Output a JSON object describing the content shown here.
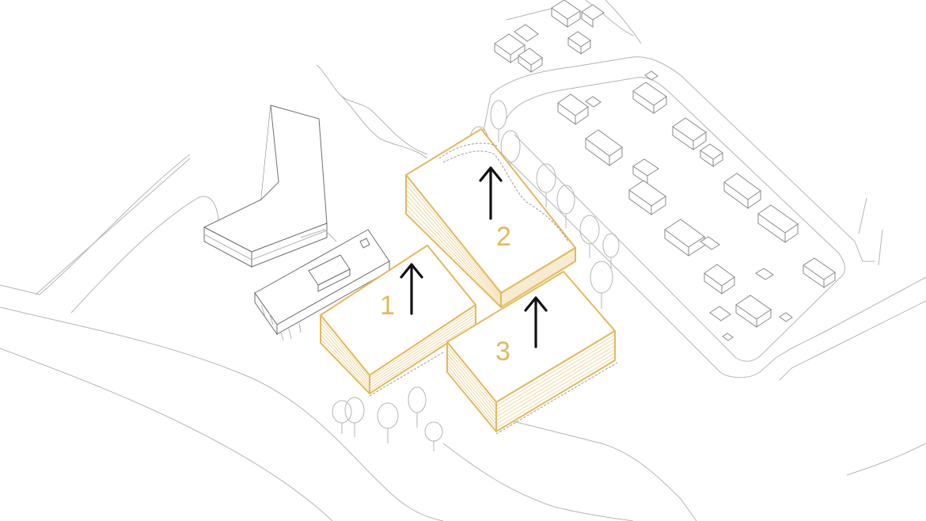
{
  "colors": {
    "building_outline": "#e2b95c",
    "context_lines": "#b5b5b5",
    "arrow": "#111111",
    "label": "#e2b95c"
  },
  "buildings": [
    {
      "label": "1",
      "arrow_direction": "up"
    },
    {
      "label": "2",
      "arrow_direction": "up"
    },
    {
      "label": "3",
      "arrow_direction": "up"
    }
  ]
}
